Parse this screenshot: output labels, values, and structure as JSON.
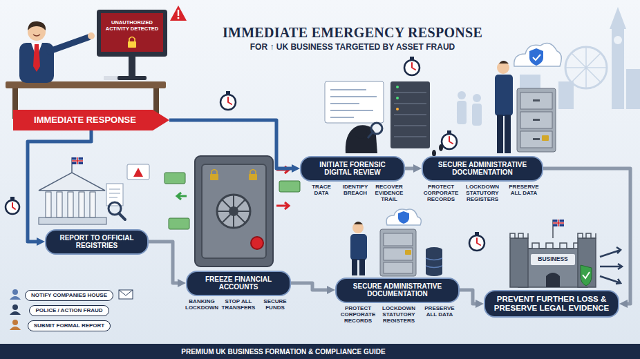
{
  "diagram": {
    "title": "IMMEDIATE EMERGENCY RESPONSE",
    "caption": "PREMIUM UK BUSINESS FORMATION & COMPLIANCE GUIDE",
    "nodes": [
      {
        "text": [
          "IMMEDIATE RESPONSE"
        ]
      },
      {
        "text": [
          "INITIATE FORENSIC DIGITAL REVIEW"
        ]
      },
      {
        "text": [
          "SECURE ADMINISTRATIVE DOCUMENTATION"
        ]
      },
      {
        "text": [
          "REPORT TO OFFICIAL REGISTRIES"
        ]
      },
      {
        "text": [
          "NOTIFY COMPANIES HOUSE"
        ]
      },
      {
        "text": [
          "POLICE / ACTION FRAUD"
        ]
      },
      {
        "text": [
          "SUBMIT FORMAL REPORT"
        ]
      },
      {
        "text": [
          "FREEZE FINANCIAL ACCOUNTS"
        ]
      },
      {
        "text": [
          "SECURE ADMINISTRATIVE DOCUMENTATION"
        ]
      },
      {
        "text": [
          "PREVENT FURTHER LOSS & PRESERVE LEGAL EVIDENCE"
        ]
      }
    ],
    "edges": [
      {
        "from": 0,
        "to": 1,
        "arrow": "to"
      },
      {
        "from": 1,
        "to": 2,
        "arrow": "to"
      },
      {
        "from": 2,
        "to": 9,
        "arrow": "to"
      },
      {
        "from": 0,
        "to": 3,
        "arrow": "to"
      },
      {
        "from": 3,
        "to": 7,
        "arrow": "to"
      },
      {
        "from": 7,
        "to": 8,
        "arrow": "to"
      },
      {
        "from": 8,
        "to": 9,
        "arrow": "to"
      }
    ],
    "labels": [
      "FOR ↑ UK BUSINESS TARGETED BY ASSET FRAUD",
      "UNAUTHORIZED ACTIVITY DETECTED",
      "TRACE DATA",
      "IDENTIFY BREACH",
      "RECOVER EVIDENCE TRAIL",
      "PROTECT CORPORATE RECORDS",
      "LOCKDOWN STATUTORY REGISTERS",
      "PRESERVE ALL DATA",
      "BANKING LOCKDOWN",
      "STOP ALL TRANSFERS",
      "SECURE FUNDS",
      "PROTECT CORPORATE RECORDS",
      "LOCKDOWN STATUTORY REGISTERS",
      "PRESERVE ALL DATA",
      "BUSINESS"
    ]
  }
}
